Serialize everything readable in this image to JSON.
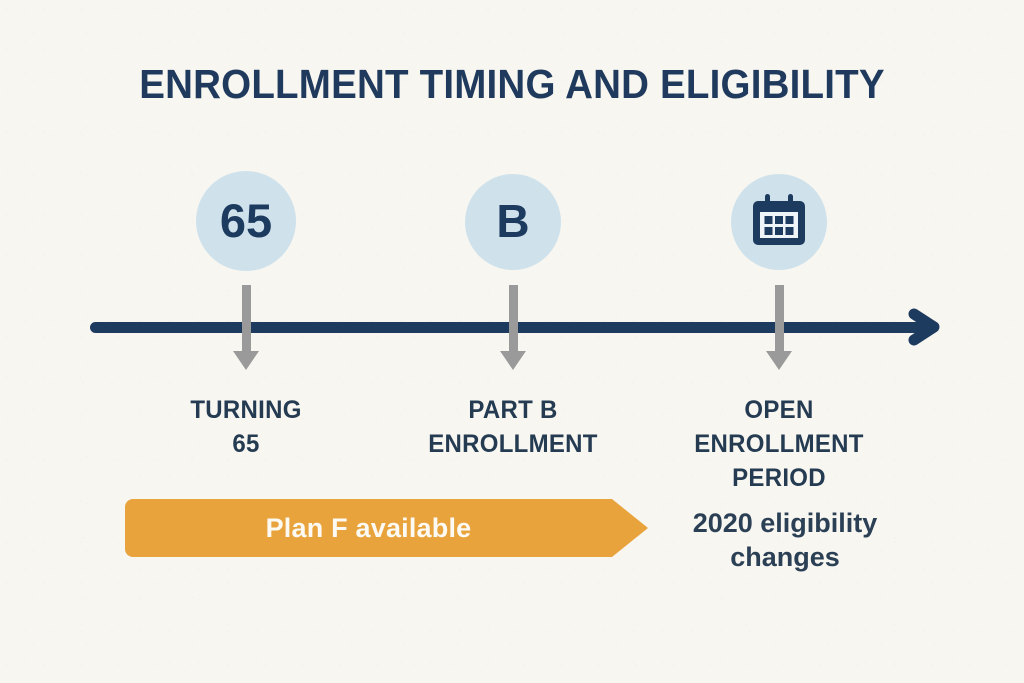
{
  "page": {
    "title": "ENROLLMENT TIMING AND ELIGIBILITY",
    "background_color": "#f8f6f1",
    "navy": "#1d3a5f",
    "light_blue": "#cfe2ec",
    "orange": "#e8a33c",
    "gray": "#9a9a9a"
  },
  "timeline": {
    "direction_label": "time",
    "milestones": [
      {
        "marker_text": "65",
        "marker_icon": "",
        "caption": "TURNING\n65"
      },
      {
        "marker_text": "B",
        "marker_icon": "",
        "caption": "PART B\nENROLLMENT"
      },
      {
        "marker_text": "",
        "marker_icon": "calendar-icon",
        "caption": "OPEN\nENROLLMENT\nPERIOD"
      }
    ]
  },
  "banner": {
    "label": "Plan F available",
    "color": "#e8a33c"
  },
  "note": {
    "text": "2020 eligibility\nchanges"
  }
}
